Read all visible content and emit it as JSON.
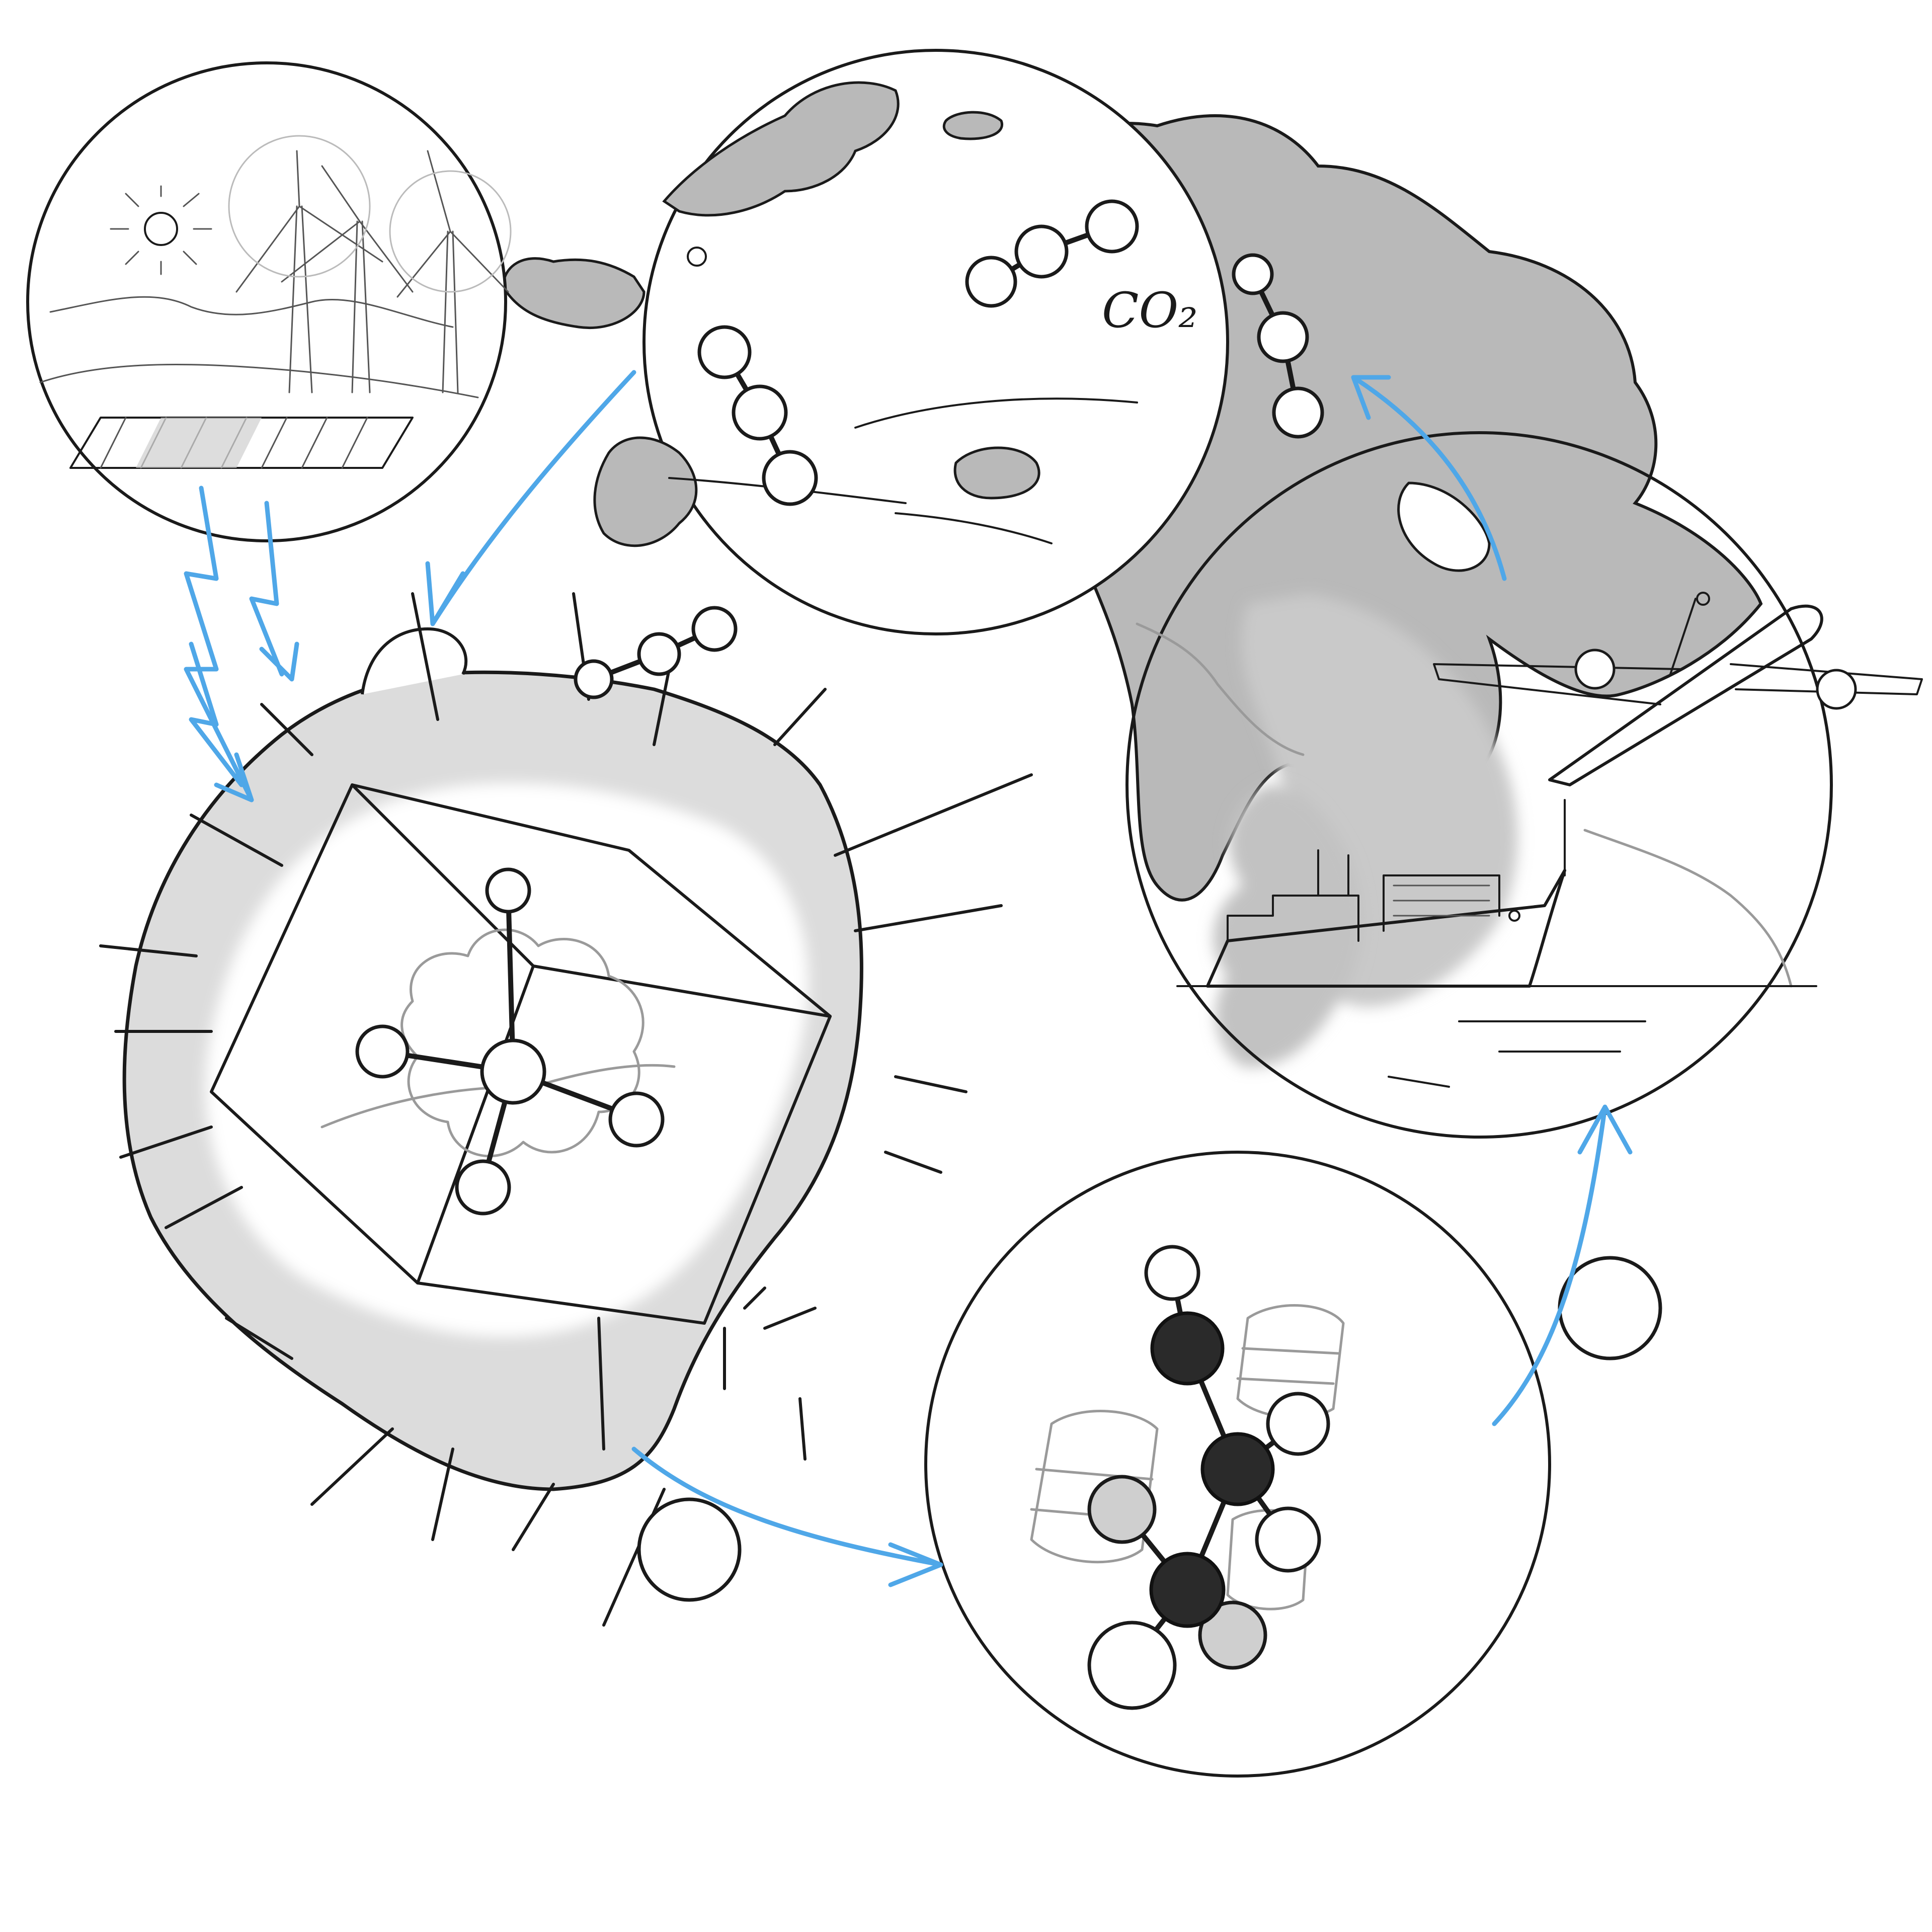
{
  "labels": {
    "co2": "CO₂"
  },
  "colors": {
    "arrow": "#4fa7e8",
    "smoke": "#b9b9b9",
    "haze": "#dcdcdc",
    "ink": "#1a1a1a"
  },
  "scenes": [
    {
      "id": "renewables",
      "icon": "wind-solar-icon"
    },
    {
      "id": "atmosphere",
      "icon": "earth-co2-icon"
    },
    {
      "id": "transport",
      "icon": "ship-plane-icon"
    },
    {
      "id": "fuel",
      "icon": "fuel-barrel-molecule-icon"
    },
    {
      "id": "synthesis",
      "icon": "methane-reactor-icon"
    }
  ]
}
